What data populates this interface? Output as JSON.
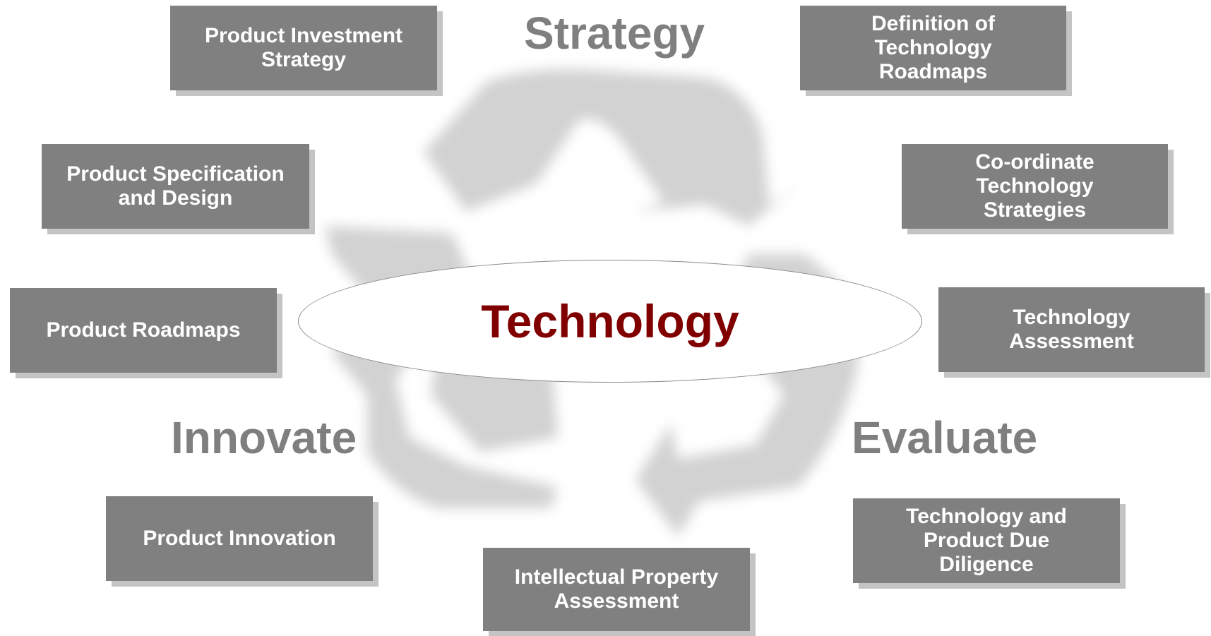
{
  "center": {
    "label": "Technology",
    "color": "#800000"
  },
  "phases": {
    "strategy": "Strategy",
    "innovate": "Innovate",
    "evaluate": "Evaluate"
  },
  "boxes": {
    "product_investment_strategy": "Product Investment\nStrategy",
    "definition_of_technology_roadmaps": "Definition of\nTechnology\nRoadmaps",
    "product_specification_and_design": "Product Specification\nand Design",
    "coordinate_technology_strategies": "Co-ordinate\nTechnology\nStrategies",
    "product_roadmaps": "Product Roadmaps",
    "technology_assessment": "Technology\nAssessment",
    "product_innovation": "Product Innovation",
    "intellectual_property_assessment": "Intellectual Property\nAssessment",
    "technology_and_product_due_diligence": "Technology and\nProduct Due\nDiligence"
  },
  "colors": {
    "box_fill": "#808080",
    "box_shadow": "#c4c4c4",
    "phase_text": "#7f7f7f",
    "recycle_arrows": "#d2d2d2"
  },
  "background_graphic": "recycle-arrows-icon"
}
